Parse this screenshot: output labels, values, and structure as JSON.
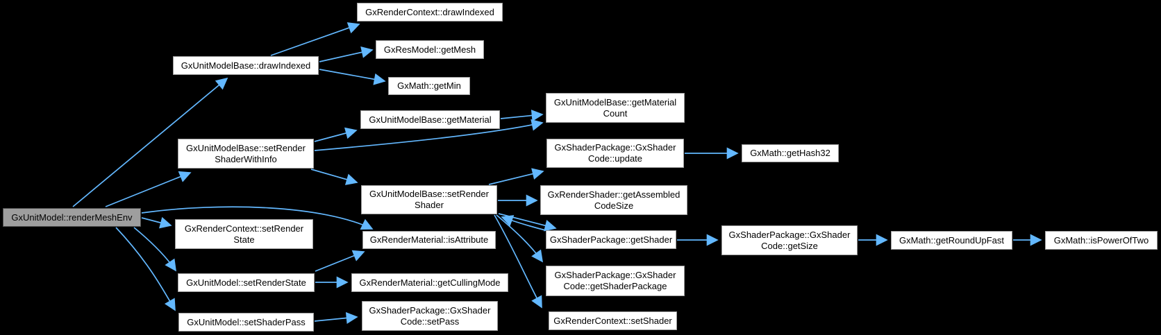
{
  "diagram": {
    "type": "doxygen-call-graph",
    "colors": {
      "background": "#000000",
      "edge": "#63b8ff",
      "node_fill": "#ffffff",
      "node_border": "#9c9c9c",
      "root_fill": "#9e9e9e",
      "root_border": "#4f4f4f",
      "text": "#000000"
    },
    "nodes": [
      {
        "id": "renderMeshEnv",
        "role": "root",
        "lines": [
          "GxUnitModel::renderMeshEnv",
          ""
        ]
      },
      {
        "id": "umb_drawIndexed",
        "role": "node",
        "lines": [
          "GxUnitModelBase::drawIndexed",
          ""
        ]
      },
      {
        "id": "rc_drawIndexed",
        "role": "node",
        "lines": [
          "GxRenderContext::drawIndexed",
          ""
        ]
      },
      {
        "id": "resmodel_getMesh",
        "role": "node",
        "lines": [
          "GxResModel::getMesh",
          ""
        ]
      },
      {
        "id": "math_getMin",
        "role": "node",
        "lines": [
          "GxMath::getMin",
          ""
        ]
      },
      {
        "id": "umb_setRenderShaderWithInfo",
        "role": "node",
        "lines": [
          "GxUnitModelBase::setRender",
          "ShaderWithInfo"
        ]
      },
      {
        "id": "umb_getMaterial",
        "role": "node",
        "lines": [
          "GxUnitModelBase::getMaterial",
          ""
        ]
      },
      {
        "id": "umb_getMaterialCount",
        "role": "node",
        "lines": [
          "GxUnitModelBase::getMaterial",
          "Count"
        ]
      },
      {
        "id": "sp_gsc_update",
        "role": "node",
        "lines": [
          "GxShaderPackage::GxShader",
          "Code::update"
        ]
      },
      {
        "id": "math_getHash32",
        "role": "node",
        "lines": [
          "GxMath::getHash32",
          ""
        ]
      },
      {
        "id": "umb_setRenderShader",
        "role": "node",
        "lines": [
          "GxUnitModelBase::setRender",
          "Shader"
        ]
      },
      {
        "id": "rs_getAssembledCodeSize",
        "role": "node",
        "lines": [
          "GxRenderShader::getAssembled",
          "CodeSize"
        ]
      },
      {
        "id": "rc_setRenderState",
        "role": "node",
        "lines": [
          "GxRenderContext::setRender",
          "State"
        ]
      },
      {
        "id": "rm_isAttribute",
        "role": "node",
        "lines": [
          "GxRenderMaterial::isAttribute",
          ""
        ]
      },
      {
        "id": "sp_getShader",
        "role": "node",
        "lines": [
          "GxShaderPackage::getShader",
          ""
        ]
      },
      {
        "id": "sp_gsc_getSize",
        "role": "node",
        "lines": [
          "GxShaderPackage::GxShader",
          "Code::getSize"
        ]
      },
      {
        "id": "math_getRoundUpFast",
        "role": "node",
        "lines": [
          "GxMath::getRoundUpFast",
          ""
        ]
      },
      {
        "id": "math_isPowerOfTwo",
        "role": "node",
        "lines": [
          "GxMath::isPowerOfTwo",
          ""
        ]
      },
      {
        "id": "um_setRenderState",
        "role": "node",
        "lines": [
          "GxUnitModel::setRenderState",
          ""
        ]
      },
      {
        "id": "rm_getCullingMode",
        "role": "node",
        "lines": [
          "GxRenderMaterial::getCullingMode",
          ""
        ]
      },
      {
        "id": "sp_gsc_getShaderPackage",
        "role": "node",
        "lines": [
          "GxShaderPackage::GxShader",
          "Code::getShaderPackage"
        ]
      },
      {
        "id": "um_setShaderPass",
        "role": "node",
        "lines": [
          "GxUnitModel::setShaderPass",
          ""
        ]
      },
      {
        "id": "sp_gsc_setPass",
        "role": "node",
        "lines": [
          "GxShaderPackage::GxShader",
          "Code::setPass"
        ]
      },
      {
        "id": "rc_setShader",
        "role": "node",
        "lines": [
          "GxRenderContext::setShader",
          ""
        ]
      }
    ],
    "edges": [
      {
        "from": "renderMeshEnv",
        "to": "umb_drawIndexed"
      },
      {
        "from": "renderMeshEnv",
        "to": "umb_setRenderShaderWithInfo"
      },
      {
        "from": "renderMeshEnv",
        "to": "rm_isAttribute"
      },
      {
        "from": "renderMeshEnv",
        "to": "rc_setRenderState"
      },
      {
        "from": "renderMeshEnv",
        "to": "um_setRenderState"
      },
      {
        "from": "renderMeshEnv",
        "to": "um_setShaderPass"
      },
      {
        "from": "umb_drawIndexed",
        "to": "rc_drawIndexed"
      },
      {
        "from": "umb_drawIndexed",
        "to": "resmodel_getMesh"
      },
      {
        "from": "umb_drawIndexed",
        "to": "math_getMin"
      },
      {
        "from": "umb_setRenderShaderWithInfo",
        "to": "umb_getMaterial"
      },
      {
        "from": "umb_setRenderShaderWithInfo",
        "to": "umb_getMaterialCount"
      },
      {
        "from": "umb_setRenderShaderWithInfo",
        "to": "umb_setRenderShader"
      },
      {
        "from": "umb_getMaterial",
        "to": "umb_getMaterialCount"
      },
      {
        "from": "umb_setRenderShader",
        "to": "sp_gsc_update"
      },
      {
        "from": "umb_setRenderShader",
        "to": "rs_getAssembledCodeSize"
      },
      {
        "from": "umb_setRenderShader",
        "to": "sp_getShader"
      },
      {
        "from": "sp_getShader",
        "to": "umb_setRenderShader"
      },
      {
        "from": "umb_setRenderShader",
        "to": "sp_gsc_getShaderPackage"
      },
      {
        "from": "umb_setRenderShader",
        "to": "rc_setShader"
      },
      {
        "from": "um_setRenderState",
        "to": "rm_isAttribute"
      },
      {
        "from": "um_setRenderState",
        "to": "rm_getCullingMode"
      },
      {
        "from": "um_setShaderPass",
        "to": "sp_gsc_setPass"
      },
      {
        "from": "sp_gsc_update",
        "to": "math_getHash32"
      },
      {
        "from": "sp_getShader",
        "to": "sp_gsc_getSize"
      },
      {
        "from": "sp_gsc_getSize",
        "to": "math_getRoundUpFast"
      },
      {
        "from": "math_getRoundUpFast",
        "to": "math_isPowerOfTwo"
      }
    ]
  }
}
